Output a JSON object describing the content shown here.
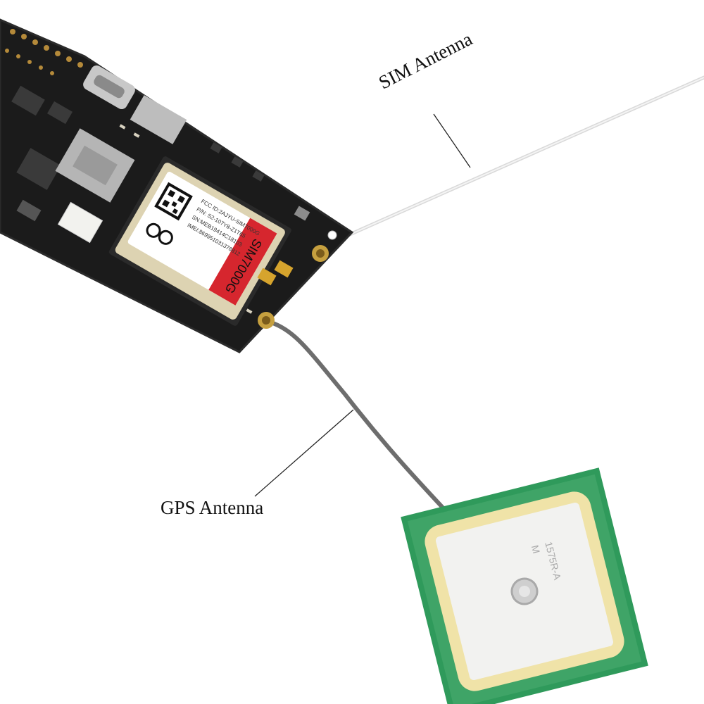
{
  "image": {
    "subject": "ESP32 SIM7000G development board with SIM and GPS antennas",
    "colors": {
      "background": "#ffffff",
      "pcb": "#1b1b1b",
      "module_shield": "#ddd3b2",
      "module_label": "#ffffff",
      "brand_red": "#d6262e",
      "gps_ceramic": "#f0e3a8",
      "gps_pcb": "#2f9a5b",
      "connector_gold": "#c6a03f"
    }
  },
  "callouts": {
    "sim_antenna": "SIM Antenna",
    "gps_antenna": "GPS Antenna"
  },
  "module_text": {
    "model": "SIM7000G",
    "line1": "FCC ID:2AJYU-SIM7000G",
    "line2": "P/N: S2-107Y8-Z1T65",
    "line3": "SN:MEB19414C18103",
    "line4": "IMEI:869951031378812"
  },
  "gps_patch_text": {
    "line1": "1575R-A",
    "line2": "M"
  },
  "icons": [
    "sim-card-slot-icon",
    "usb-c-icon",
    "ce-mark-icon",
    "qr-code-icon"
  ]
}
